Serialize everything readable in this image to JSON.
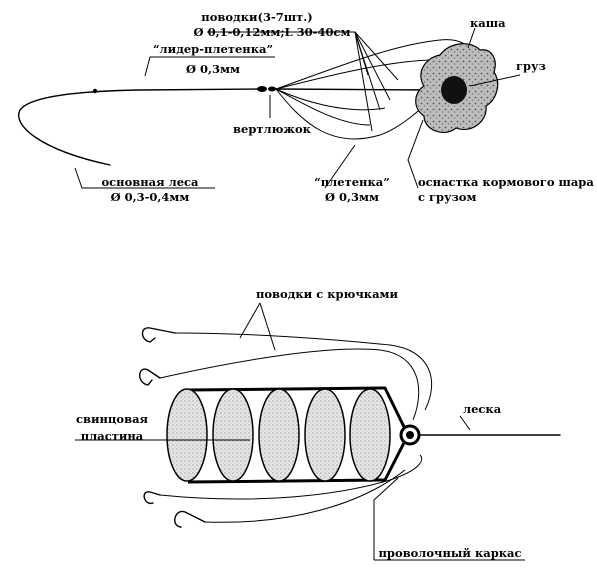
{
  "top_diagram": {
    "leaders_label": "поводки(3-7шт.)",
    "leaders_spec": "Ø 0,1-0,12мм;L 30-40см",
    "porridge_label": "каша",
    "weight_label": "груз",
    "leader_braid_label": "“лидер-плетенка”",
    "leader_braid_diameter": "Ø 0,3мм",
    "swivel_label": "вертлюжок",
    "main_line_label": "основная леса",
    "main_line_diameter": "Ø 0,3-0,4мм",
    "braid_label": "“плетенка”",
    "braid_diameter": "Ø 0,3мм",
    "feeder_label_line1": "оснастка кормового шара",
    "feeder_label_line2": "с грузом"
  },
  "bottom_diagram": {
    "hook_leaders_label": "поводки с крючками",
    "line_label": "леска",
    "lead_plate_label_line1": "свинцовая",
    "lead_plate_label_line2": "пластина",
    "wire_frame_label": "проволочный каркас"
  }
}
